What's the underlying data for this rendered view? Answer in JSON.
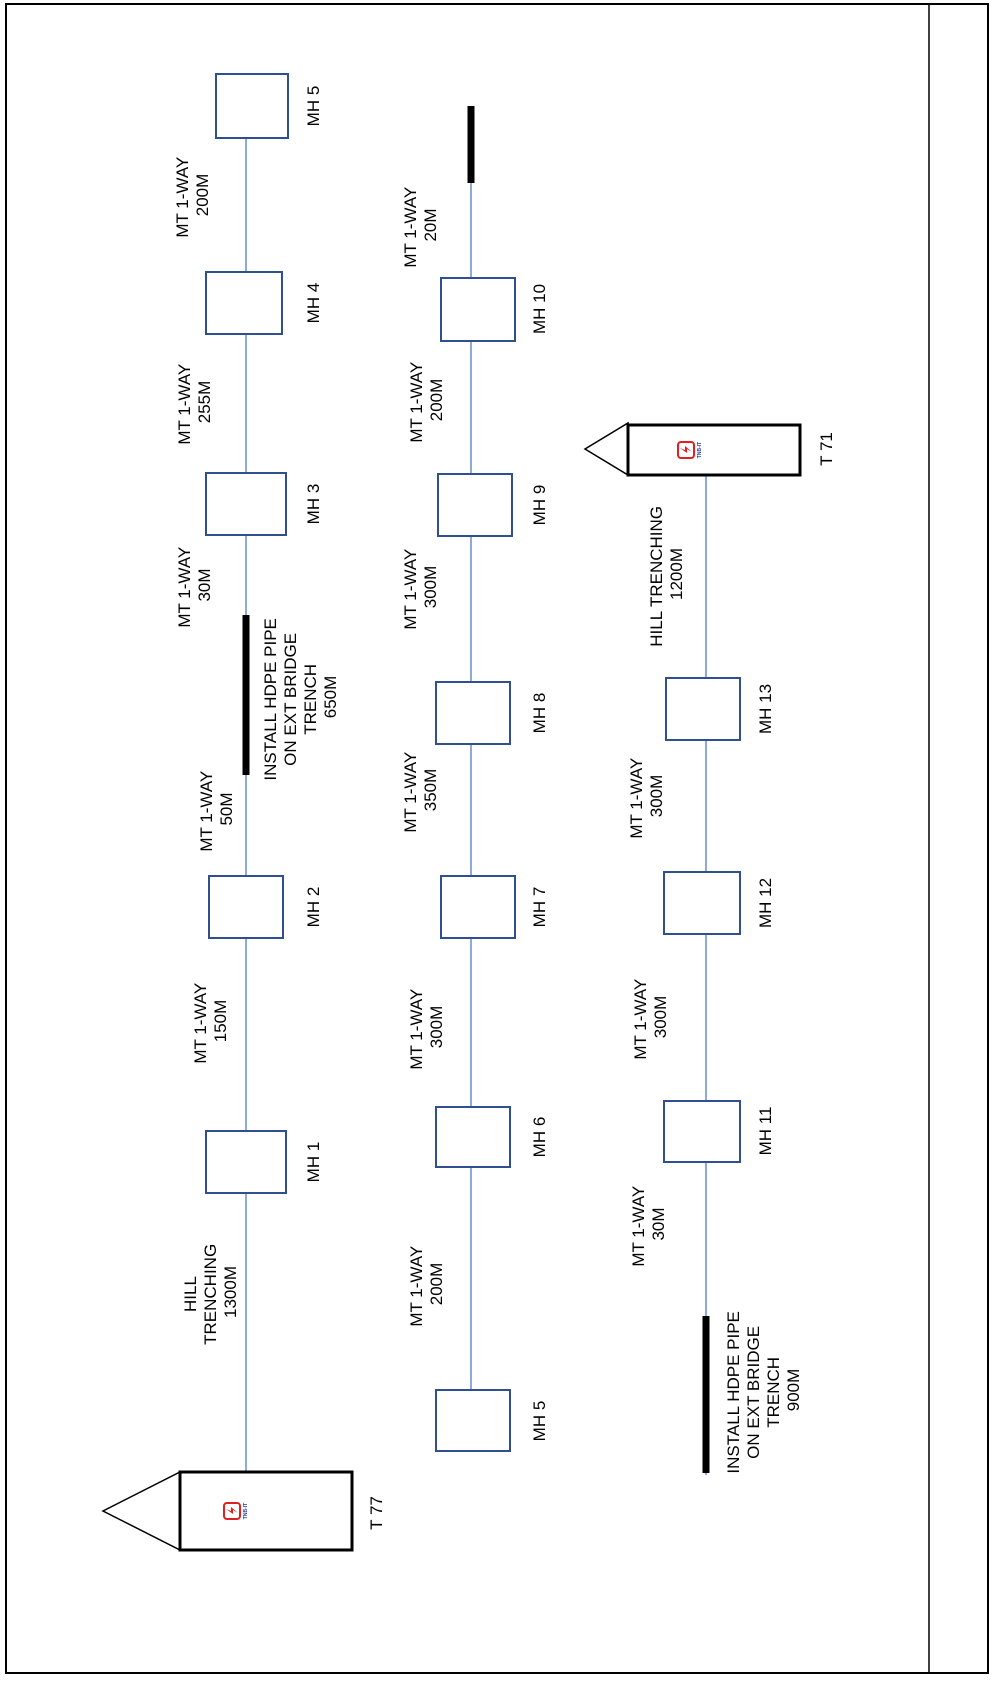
{
  "colors": {
    "line": "#4472c4",
    "box": "#2f4f8f",
    "frame": "#000000",
    "logo": "#e02020",
    "logo_text": "#1f3a93"
  },
  "terminals": {
    "t77": {
      "label": "T 77",
      "logo_text": "TNB-IT"
    },
    "t71": {
      "label": "T 71",
      "logo_text": "TNB-IT"
    }
  },
  "row1": {
    "manholes": [
      "MH 1",
      "MH 2",
      "MH 3",
      "MH 4",
      "MH 5"
    ],
    "segments": [
      [
        "HILL",
        "TRENCHING",
        "1300M"
      ],
      [
        "MT 1-WAY",
        "150M"
      ],
      [
        "MT 1-WAY",
        "50M"
      ],
      [
        "INSTALL HDPE PIPE",
        "ON EXT BRIDGE",
        "TRENCH",
        "650M"
      ],
      [
        "MT 1-WAY",
        "30M"
      ],
      [
        "MT 1-WAY",
        "255M"
      ],
      [
        "MT 1-WAY",
        "200M"
      ]
    ]
  },
  "row2": {
    "manholes": [
      "MH 5",
      "MH 6",
      "MH 7",
      "MH 8",
      "MH 9",
      "MH 10"
    ],
    "segments": [
      [
        "MT 1-WAY",
        "200M"
      ],
      [
        "MT 1-WAY",
        "300M"
      ],
      [
        "MT 1-WAY",
        "350M"
      ],
      [
        "MT 1-WAY",
        "300M"
      ],
      [
        "MT 1-WAY",
        "200M"
      ],
      [
        "MT 1-WAY",
        "20M"
      ]
    ]
  },
  "row3": {
    "manholes": [
      "MH 11",
      "MH 12",
      "MH 13"
    ],
    "segments": [
      [
        "INSTALL HDPE PIPE",
        "ON EXT BRIDGE",
        "TRENCH",
        "900M"
      ],
      [
        "MT 1-WAY",
        "30M"
      ],
      [
        "MT 1-WAY",
        "300M"
      ],
      [
        "MT 1-WAY",
        "300M"
      ],
      [
        "HILL TRENCHING",
        "1200M"
      ]
    ]
  }
}
